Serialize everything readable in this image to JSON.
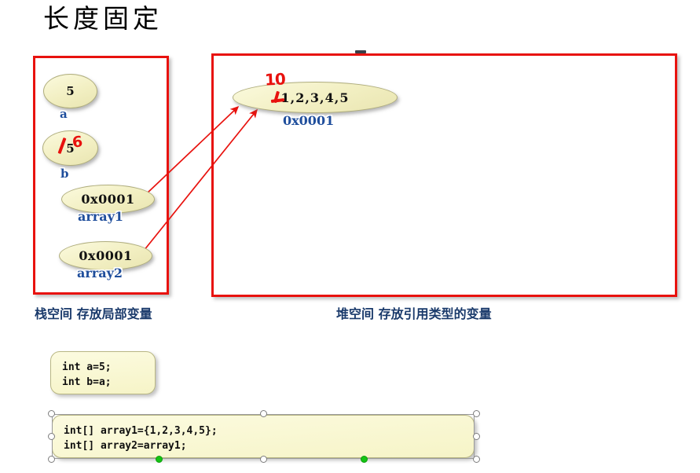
{
  "slide": {
    "title": "长度固定",
    "background_color": "#ffffff"
  },
  "colors": {
    "box_border_red": "#e8120e",
    "ellipse_fill": "#f5f3c9",
    "label_blue": "#1f4e9c",
    "caption_blue": "#1a3a6b",
    "red_ink": "#e8120e",
    "code_fill": "#f8f7ce",
    "handle_green": "#14c414"
  },
  "stack_region": {
    "caption": "栈空间 存放局部变量",
    "variables": [
      {
        "value": "5",
        "name": "a"
      },
      {
        "value": "5",
        "name": "b",
        "annotation": "6",
        "struck_through": true
      },
      {
        "value": "0x0001",
        "name": "array1"
      },
      {
        "value": "0x0001",
        "name": "array2"
      }
    ]
  },
  "heap_region": {
    "caption": "堆空间 存放引用类型的变量",
    "objects": [
      {
        "value": "1,2,3,4,5",
        "address_label": "0x0001",
        "annotation": "10",
        "annotated_element_index": 0
      }
    ]
  },
  "arrows": [
    {
      "from": "array1",
      "to": "heap-array"
    },
    {
      "from": "array2",
      "to": "heap-array"
    }
  ],
  "code_blocks": [
    {
      "id": "primitive-assignment",
      "selected": false,
      "lines": [
        "int a=5;",
        "int b=a;"
      ]
    },
    {
      "id": "array-assignment",
      "selected": true,
      "lines": [
        "int[] array1={1,2,3,4,5};",
        "int[] array2=array1;"
      ]
    }
  ]
}
